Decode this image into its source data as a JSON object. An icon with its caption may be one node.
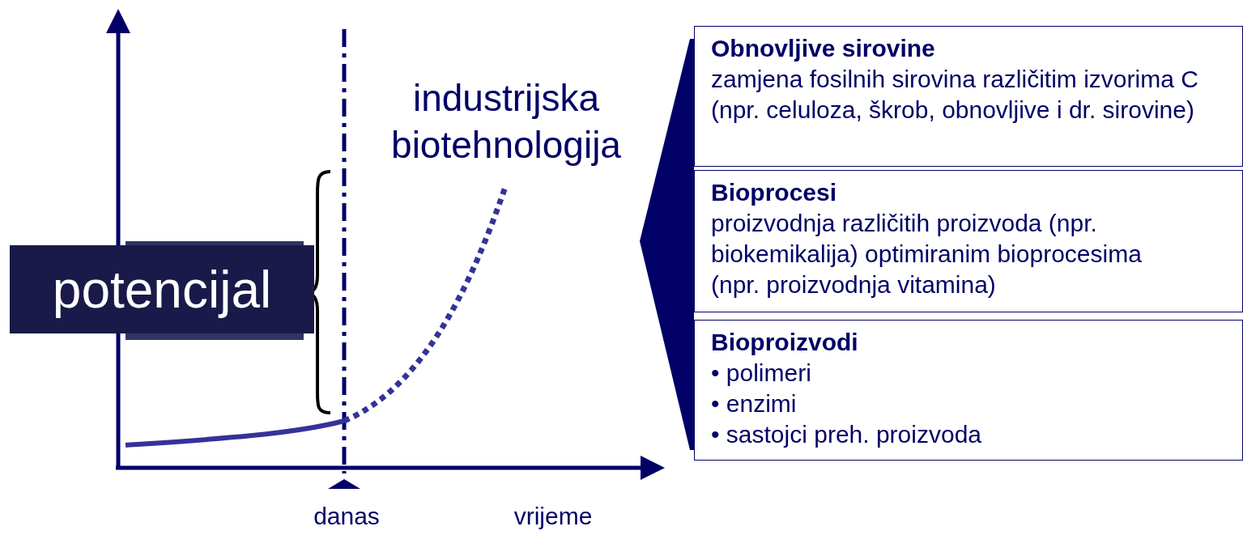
{
  "diagram": {
    "nodes": [
      {
        "text": [
          "potencijal"
        ]
      },
      {
        "text": [
          "Obnovljive sirovine",
          "zamjena fosilnih sirovina različitim izvorima C",
          "(npr. celuloza, škrob, obnovljive i dr. sirovine)"
        ]
      },
      {
        "text": [
          "Bioprocesi",
          "proizvodnja različitih proizvoda (npr. biokemikalija) optimiranim bioprocesima",
          "(npr. proizvodnja vitamina)"
        ]
      },
      {
        "text": [
          "Bioproizvodi",
          "• polimeri",
          "• enzimi",
          "• sastojci preh. proizvoda"
        ]
      },
      {
        "text": [],
        "shape": "triangle"
      }
    ],
    "edges": [],
    "labels": [
      "industrijska biotehnologija",
      "danas",
      "vrijeme"
    ]
  }
}
